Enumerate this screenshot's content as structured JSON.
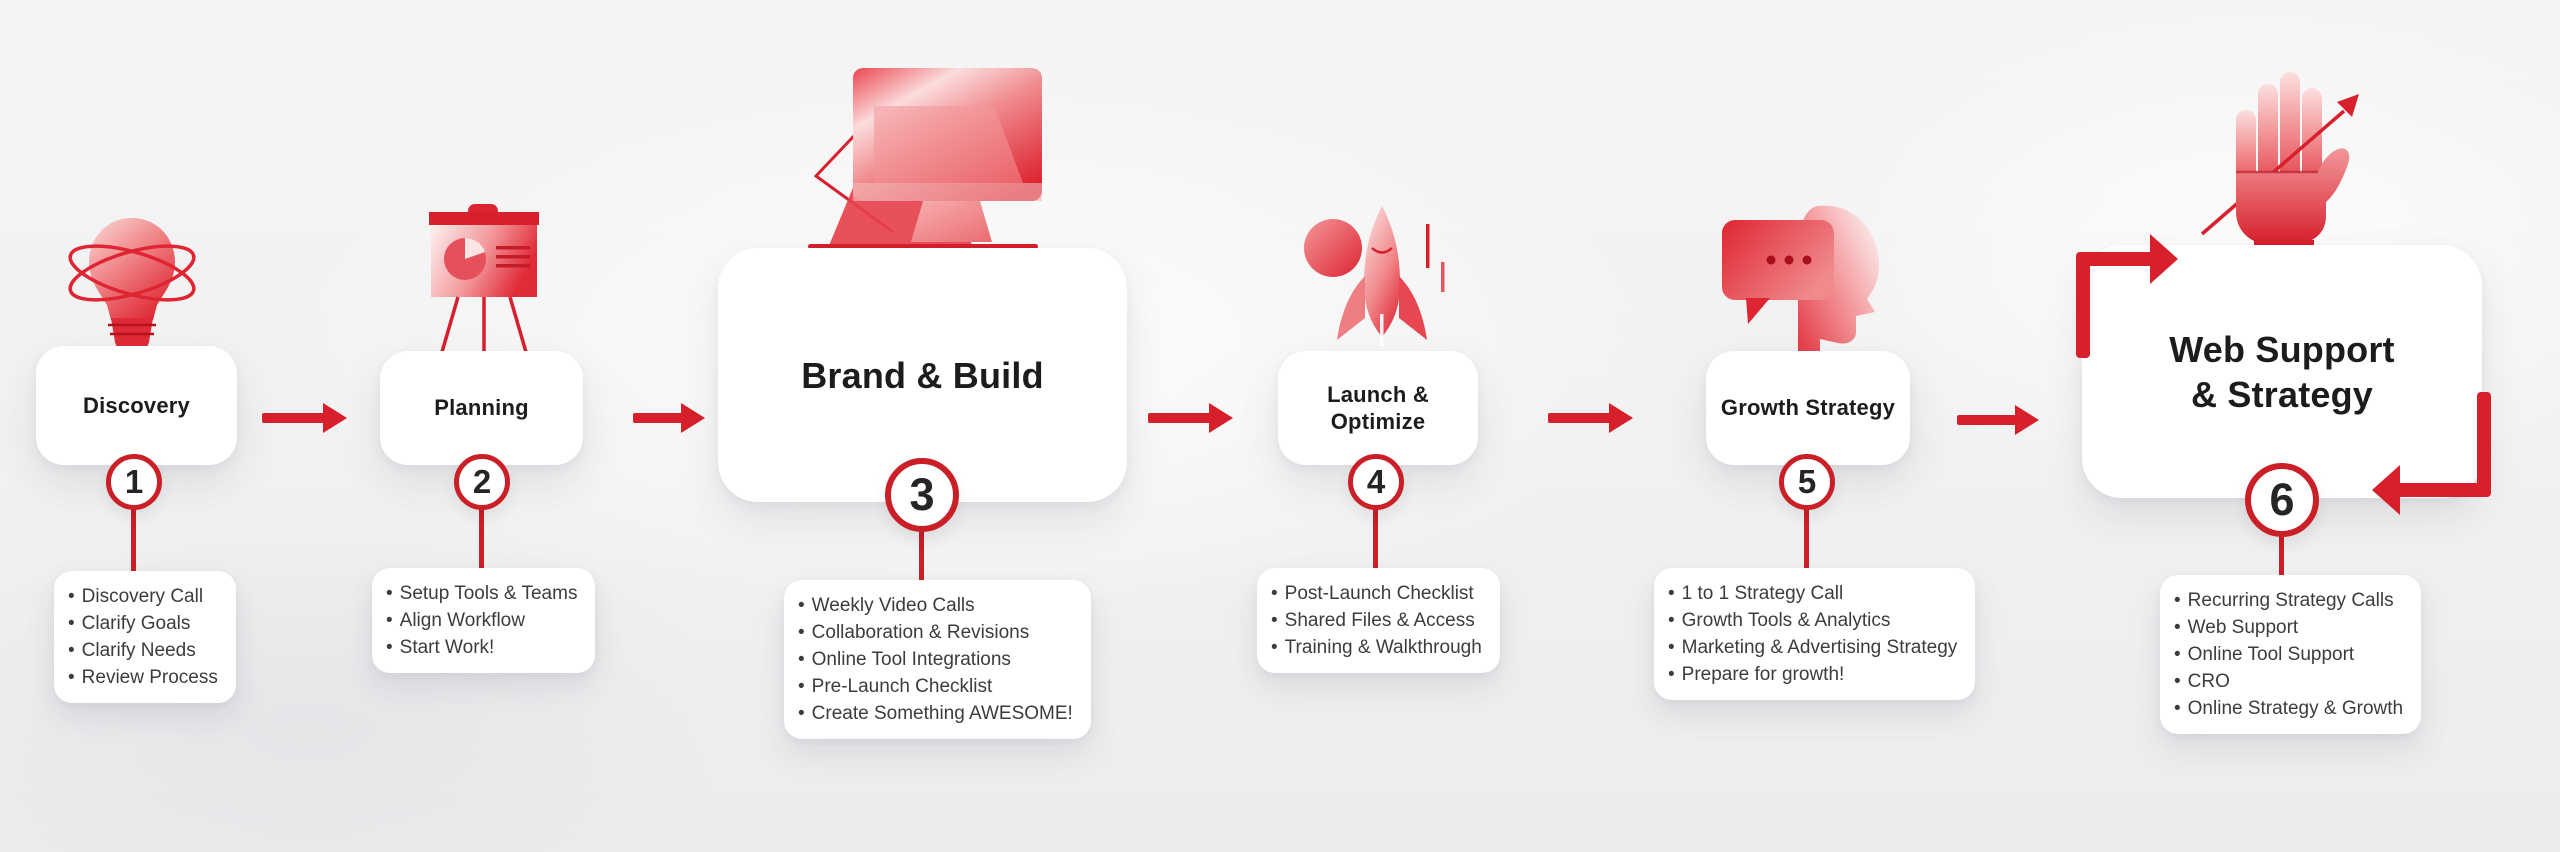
{
  "colors": {
    "accent_red": "#d7202c",
    "ring_red": "#cb1f27",
    "title_text": "#1c1c1e",
    "bullet_text": "#3c3c3e",
    "card_white": "#ffffff"
  },
  "steps": [
    {
      "number": "1",
      "title": "Discovery",
      "icon": "lightbulb-orbit-icon",
      "bullets": [
        "Discovery Call",
        "Clarify Goals",
        "Clarify Needs",
        "Review Process"
      ]
    },
    {
      "number": "2",
      "title": "Planning",
      "icon": "presentation-easel-icon",
      "bullets": [
        "Setup Tools & Teams",
        "Align Workflow",
        "Start Work!"
      ]
    },
    {
      "number": "3",
      "title": "Brand & Build",
      "icon": "desktop-monitor-icon",
      "bullets": [
        "Weekly Video Calls",
        "Collaboration & Revisions",
        "Online Tool Integrations",
        "Pre-Launch Checklist",
        "Create Something AWESOME!"
      ]
    },
    {
      "number": "4",
      "title": "Launch & Optimize",
      "icon": "rocket-launch-icon",
      "bullets": [
        "Post-Launch Checklist",
        "Shared Files & Access",
        "Training & Walkthrough"
      ]
    },
    {
      "number": "5",
      "title": "Growth Strategy",
      "icon": "head-speech-bubble-icon",
      "bullets": [
        "1 to 1 Strategy Call",
        "Growth Tools & Analytics",
        "Marketing & Advertising Strategy",
        "Prepare for growth!"
      ]
    },
    {
      "number": "6",
      "title": "Web Support & Strategy",
      "icon": "hand-growth-arrow-icon",
      "bullets": [
        "Recurring Strategy Calls",
        "Web Support",
        "Online Tool Support",
        "CRO",
        "Online Strategy & Growth"
      ]
    }
  ]
}
